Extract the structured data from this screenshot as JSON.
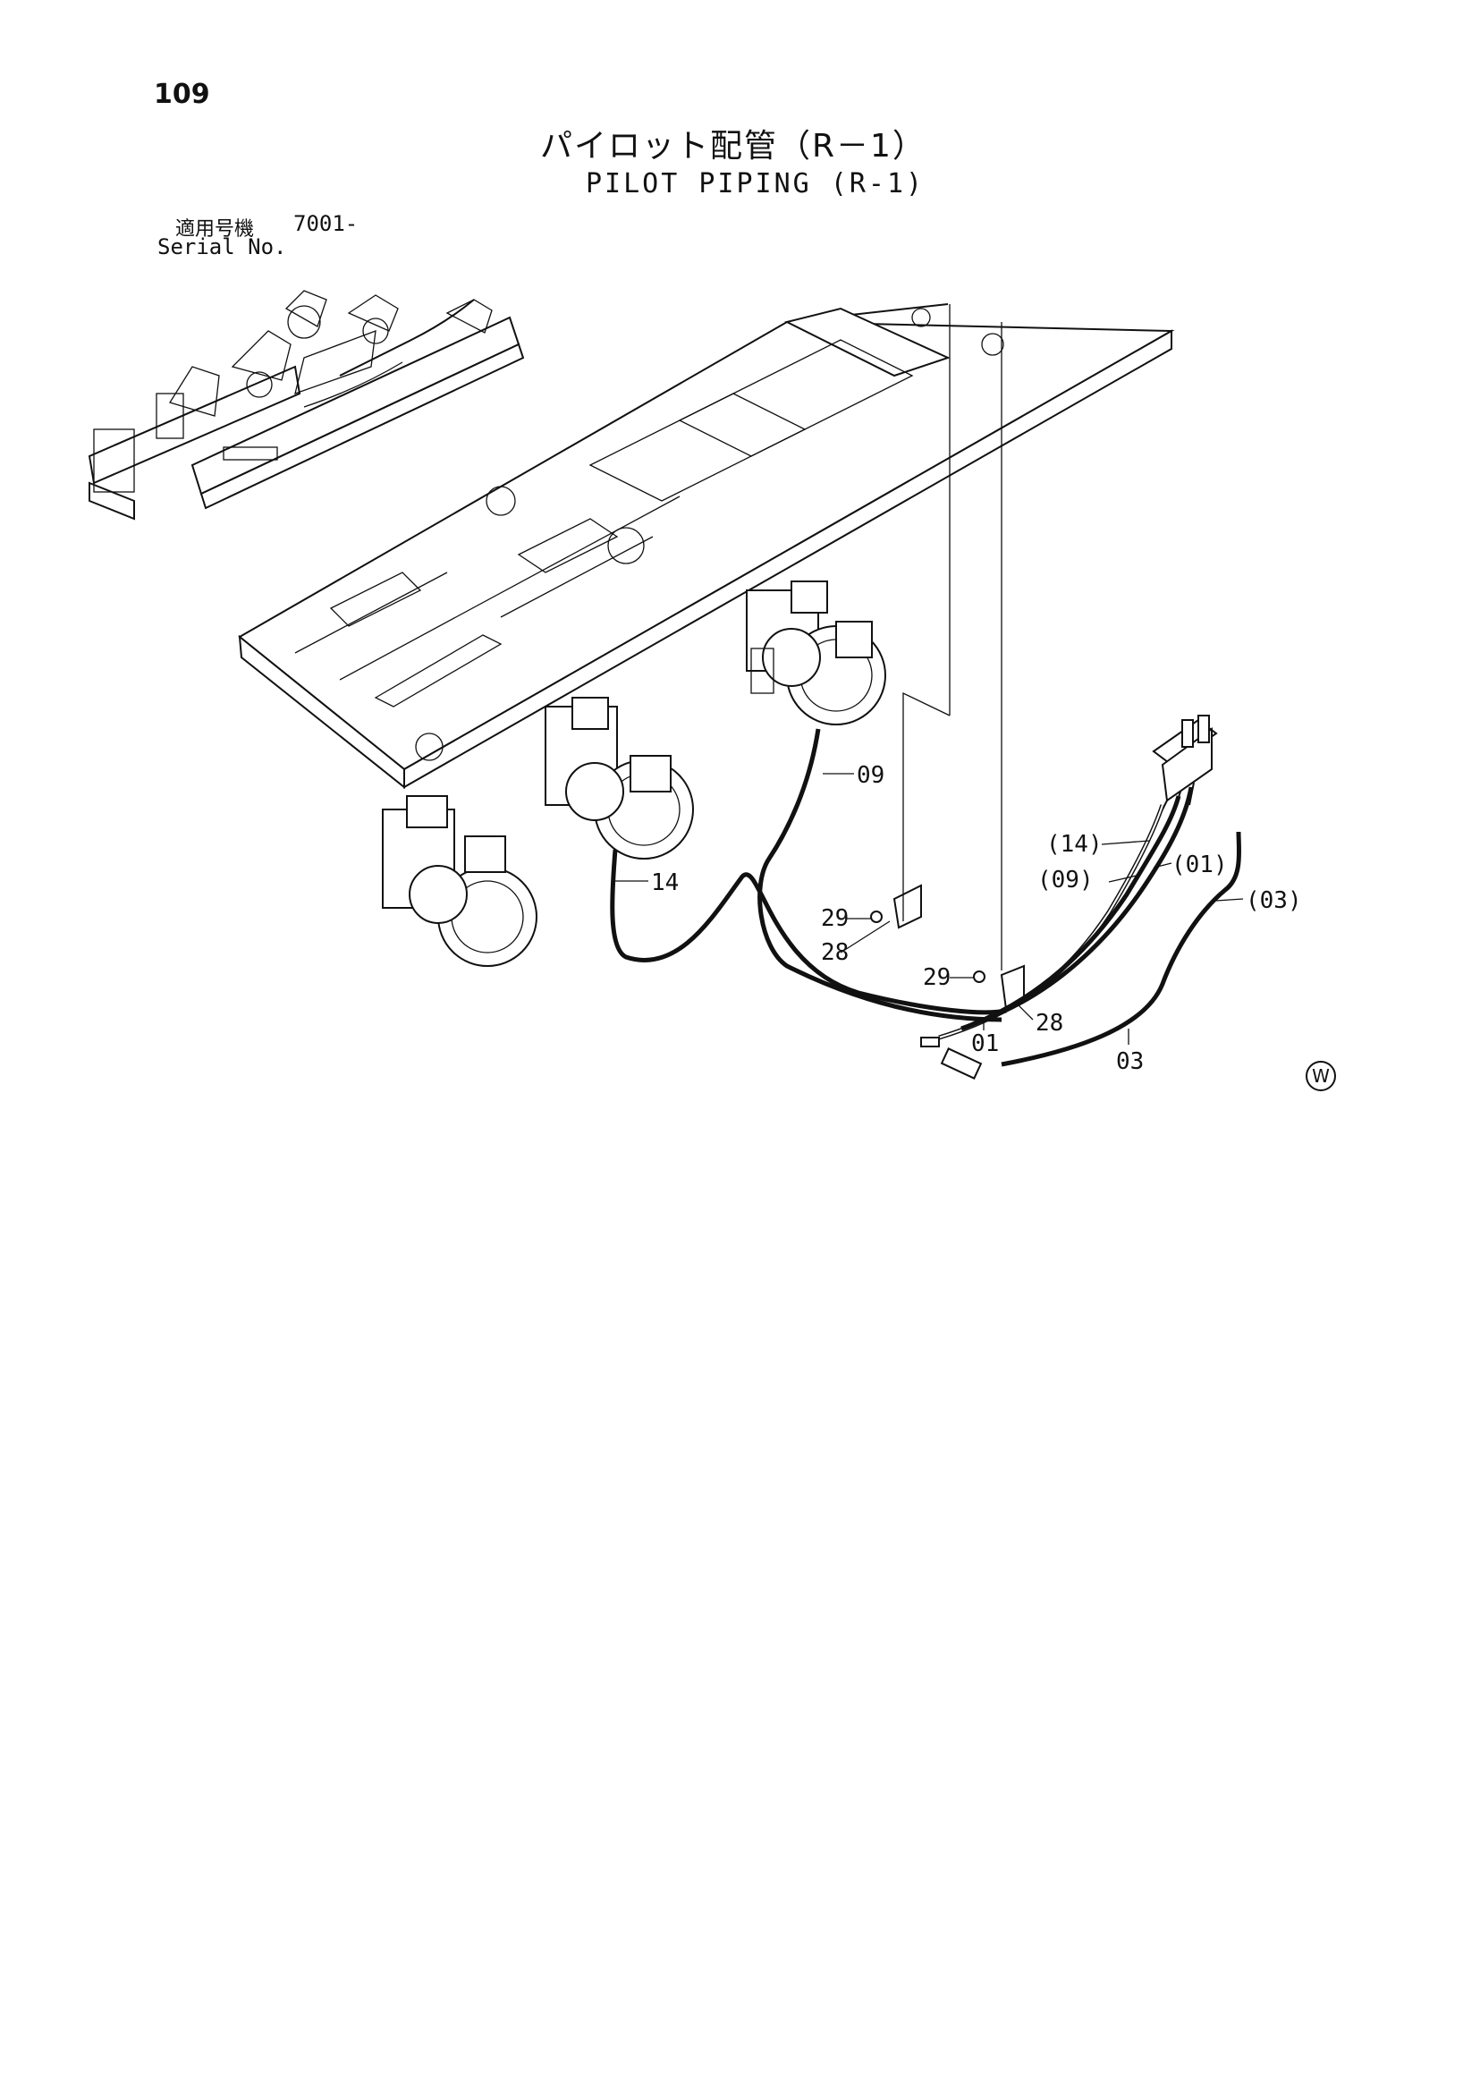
{
  "page": {
    "number": "109",
    "title_jp": "パイロット配管（R－1）",
    "title_en": "PILOT PIPING (R-1)",
    "serial_label_jp": "適用号機",
    "serial_range": "7001-",
    "serial_label_en": "Serial No.",
    "corner_mark": "W"
  },
  "callouts": [
    {
      "id": "c09",
      "label": "09"
    },
    {
      "id": "c14",
      "label": "14"
    },
    {
      "id": "c14p",
      "label": "(14)"
    },
    {
      "id": "c09p",
      "label": "(09)"
    },
    {
      "id": "c01p",
      "label": "(01)"
    },
    {
      "id": "c03p",
      "label": "(03)"
    },
    {
      "id": "c29a",
      "label": "29"
    },
    {
      "id": "c28a",
      "label": "28"
    },
    {
      "id": "c29b",
      "label": "29"
    },
    {
      "id": "c28b",
      "label": "28"
    },
    {
      "id": "c01",
      "label": "01"
    },
    {
      "id": "c03",
      "label": "03"
    }
  ]
}
